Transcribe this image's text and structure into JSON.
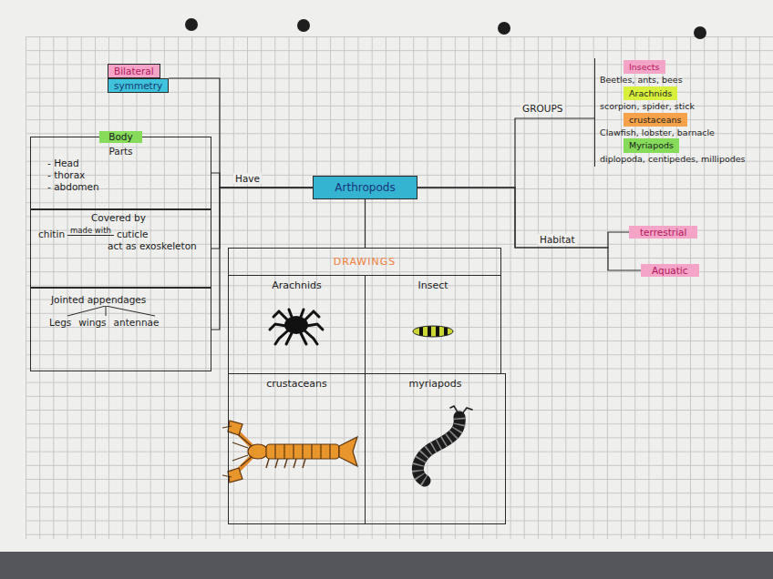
{
  "diagram": {
    "nodes": [
      {
        "text": [
          "Bilateral",
          "symmetry"
        ]
      },
      {
        "text": [
          "Body",
          "Parts",
          "- Head",
          "- thorax",
          "- abdomen"
        ]
      },
      {
        "text": [
          "Covered by",
          "made with",
          "chitin",
          "cuticle",
          "act as exoskeleton"
        ]
      },
      {
        "text": [
          "Jointed appendages",
          "Legs",
          "wings",
          "antennae"
        ]
      },
      {
        "text": [
          "Arthropods"
        ]
      },
      {
        "text": [
          "DRAWINGS"
        ]
      },
      {
        "text": [
          "Arachnids"
        ]
      },
      {
        "text": [
          "Insect"
        ]
      },
      {
        "text": [
          "crustaceans"
        ]
      },
      {
        "text": [
          "myriapods"
        ]
      },
      {
        "text": [
          "Insects",
          "Beetles, ants, bees",
          "Arachnids",
          "scorpion, spider, stick",
          "crustaceans",
          "Clawfish, lobster, barnacle",
          "Myriapods",
          "diplopoda, centipedes, millipodes"
        ]
      },
      {
        "text": [
          "terrestrial"
        ]
      },
      {
        "text": [
          "Aquatic"
        ]
      }
    ],
    "edges": [
      {
        "from": 4,
        "to": 0,
        "arrow": "none"
      },
      {
        "from": 4,
        "to": 1,
        "arrow": "none"
      },
      {
        "from": 4,
        "to": 2,
        "arrow": "none"
      },
      {
        "from": 4,
        "to": 3,
        "arrow": "none"
      },
      {
        "from": 4,
        "to": 5,
        "arrow": "none"
      },
      {
        "from": 4,
        "to": 10,
        "label": "GROUPS",
        "arrow": "none"
      },
      {
        "from": 4,
        "to": 11,
        "label": "Habitat",
        "arrow": "none"
      },
      {
        "from": 4,
        "to": 12,
        "arrow": "none"
      }
    ],
    "labels": [
      "Have"
    ]
  }
}
